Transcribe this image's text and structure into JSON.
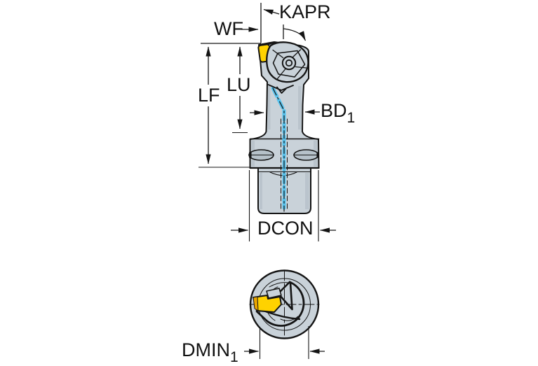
{
  "diagram": {
    "labels": {
      "kapr": "KAPR",
      "wf": "WF",
      "lf": "LF",
      "lu": "LU",
      "bd1": {
        "text": "BD",
        "sub": "1"
      },
      "dcon": "DCON",
      "dmin1": {
        "text": "DMIN",
        "sub": "1"
      }
    },
    "colors": {
      "body": "#c9d2d9",
      "body_shade": "#b6c1c9",
      "insert": "#ffd200",
      "insert_shade": "#e8a400",
      "coolant": "#58c4ef",
      "line": "#141414",
      "background": "#ffffff"
    }
  }
}
